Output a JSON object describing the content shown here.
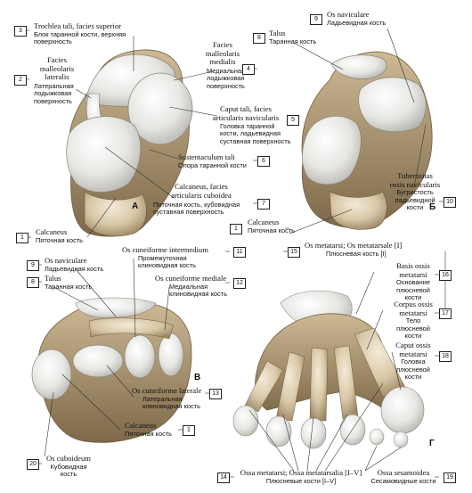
{
  "panels": {
    "a": "А",
    "b": "Б",
    "v": "В",
    "g": "Г"
  },
  "labels": [
    {
      "num": "3",
      "la": "Trochlea tali, facies superior",
      "ru1": "Блок таранной кости, верхняя",
      "ru2": "поверхность"
    },
    {
      "num": "2",
      "la1": "Facies",
      "la2": "malleolaris",
      "la3": "lateralis",
      "ru1": "Латеральная",
      "ru2": "лодыжковая",
      "ru3": "поверхность"
    },
    {
      "num": "4",
      "la1": "Facies",
      "la2": "malleolaris",
      "la3": "medialis",
      "ru1": "Медиальная",
      "ru2": "лодыжковая",
      "ru3": "поверхность"
    },
    {
      "num": "5",
      "la1": "Caput tali, facies",
      "la2": "articularis navicularis",
      "ru1": "Головка таранной",
      "ru2": "кости, ладьевидная",
      "ru3": "суставная поверхность"
    },
    {
      "num": "6",
      "la": "Sustentaculum tali",
      "ru": "Опора таранной кости"
    },
    {
      "num": "7",
      "la1": "Calcaneus, facies",
      "la2": "articularis cuboidea",
      "ru1": "Пяточная кость, кубовидная",
      "ru2": "суставная поверхность"
    },
    {
      "num": "1",
      "la": "Calcaneus",
      "ru": "Пяточная кость"
    },
    {
      "num": "9",
      "la": "Os naviculare",
      "ru": "Ладьевидная кость"
    },
    {
      "num": "8",
      "la": "Talus",
      "ru": "Таранная кость"
    },
    {
      "num": "10",
      "la1": "Tuberositas",
      "la2": "ossis navicularis",
      "ru1": "Бугристость",
      "ru2": "ладьевидной",
      "ru3": "кости"
    },
    {
      "num": "1",
      "la": "Calcaneus",
      "ru": "Пяточная кость"
    },
    {
      "num": "9",
      "la": "Os naviculare",
      "ru": "Ладьевидная кость"
    },
    {
      "num": "8",
      "la": "Talus",
      "ru": "Таранная кость"
    },
    {
      "num": "11",
      "la": "Os cuneiforme intermedium",
      "ru1": "Промежуточная",
      "ru2": "клиновидная кость"
    },
    {
      "num": "12",
      "la": "Os cuneiforme mediale",
      "ru1": "Медиальная",
      "ru2": "клиновидная кость"
    },
    {
      "num": "13",
      "la": "Os cuneiforme laterale",
      "ru1": "Латеральная",
      "ru2": "клиновидная кость"
    },
    {
      "num": "1",
      "la": "Calcaneus",
      "ru": "Пяточная кость"
    },
    {
      "num": "20",
      "la": "Os cuboideum",
      "ru1": "Кубовидная",
      "ru2": "кость"
    },
    {
      "num": "15",
      "la": "Os metatarsi; Os metatarsale [I]",
      "ru": "Плюсневая кость [I]"
    },
    {
      "num": "16",
      "la1": "Basis ossis",
      "la2": "metatarsi",
      "ru1": "Основание",
      "ru2": "плюсневой",
      "ru3": "кости"
    },
    {
      "num": "17",
      "la1": "Corpus ossis",
      "la2": "metatarsi",
      "ru1": "Тело",
      "ru2": "плюсневой",
      "ru3": "кости"
    },
    {
      "num": "18",
      "la1": "Caput ossis",
      "la2": "metatarsi",
      "ru1": "Головка",
      "ru2": "плюсневой",
      "ru3": "кости"
    },
    {
      "num": "14",
      "la": "Ossa metatarsi; Ossa metatarsalia [I–V]",
      "ru": "Плюсневые кости [I–V]"
    },
    {
      "num": "19",
      "la": "Ossa sesamoidea",
      "ru": "Сесамовидные кости"
    }
  ]
}
